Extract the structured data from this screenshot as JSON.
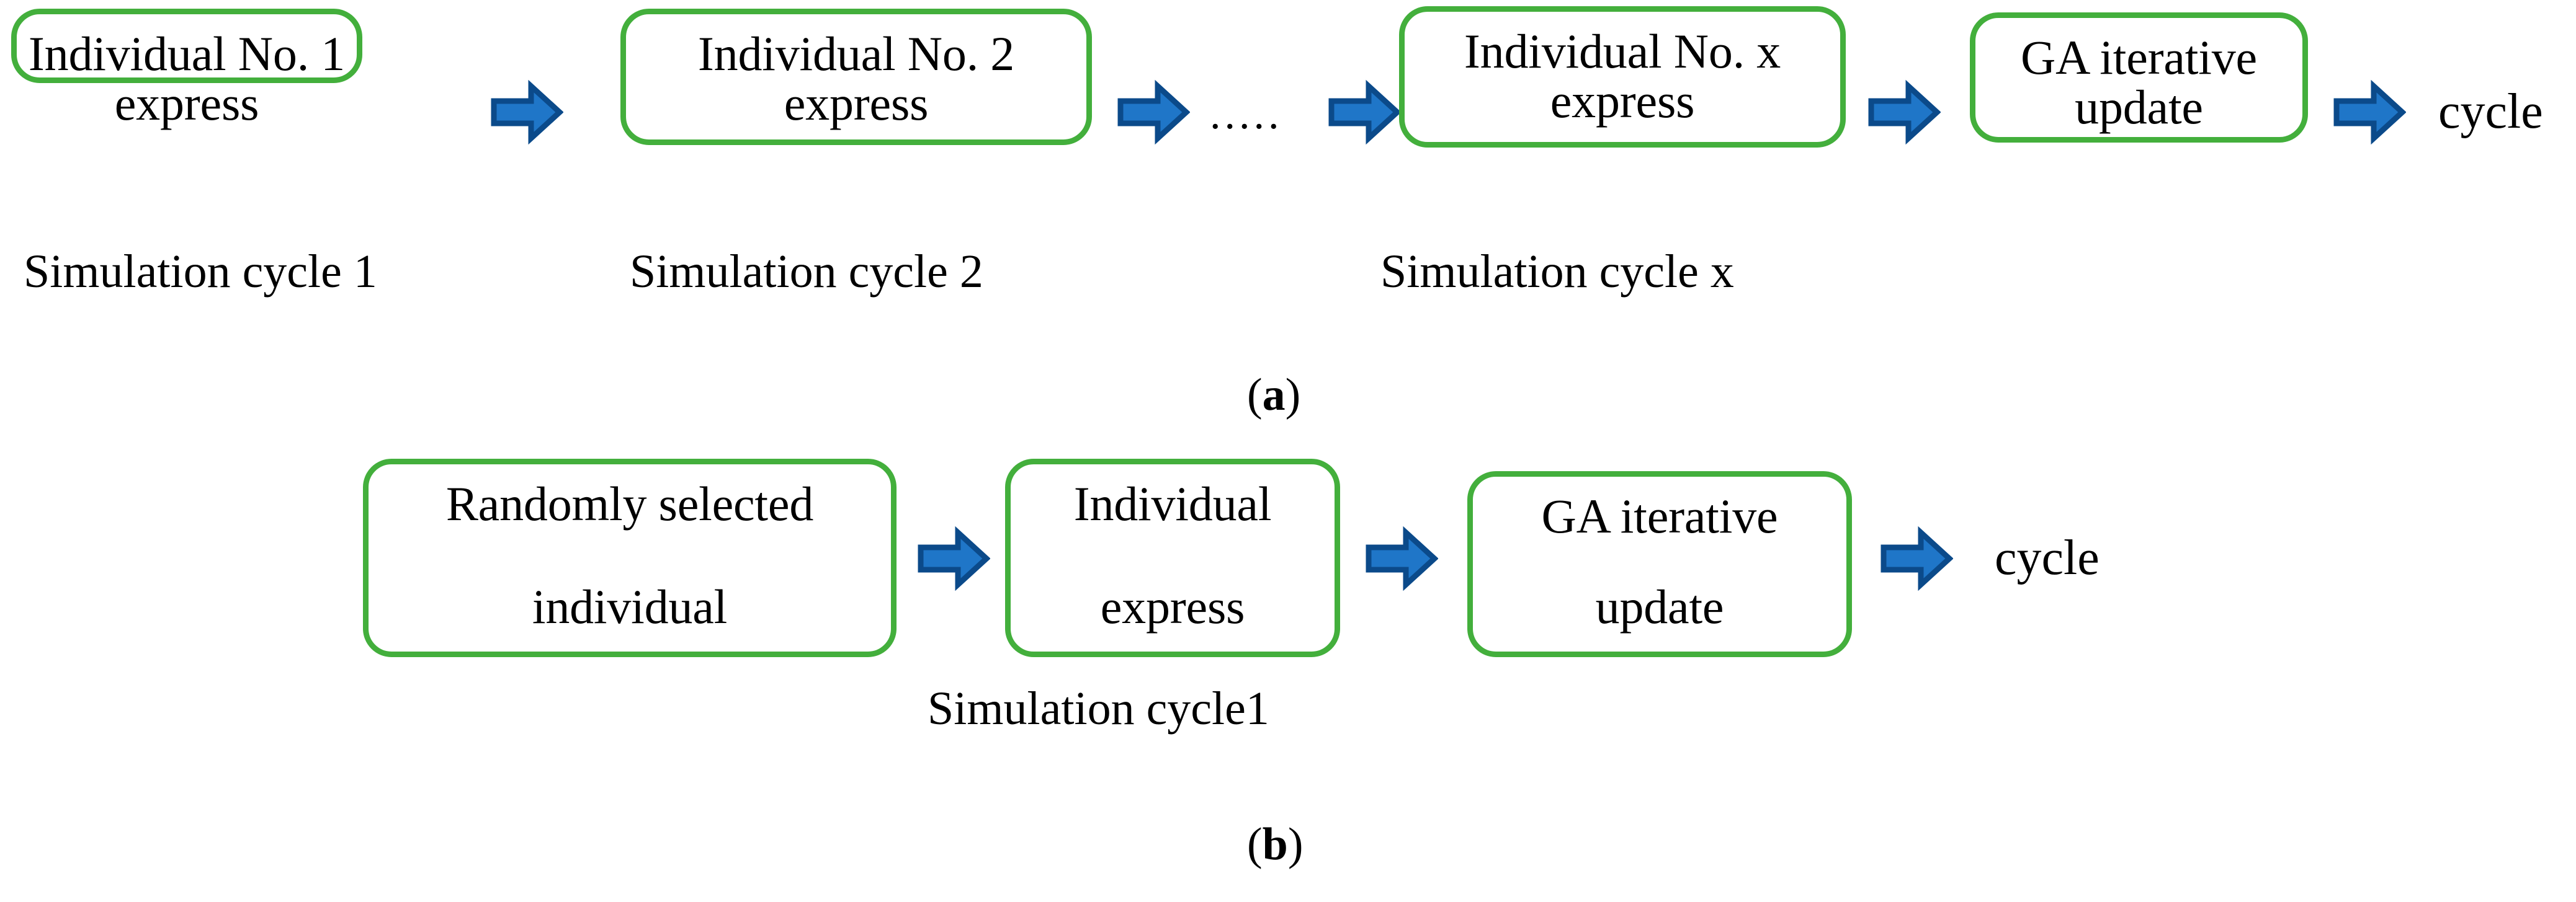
{
  "figure": {
    "colors": {
      "box_border": "#43AF3C",
      "arrow_fill": "#1F76C8",
      "arrow_outline": "#0B4A8A",
      "text": "#000000",
      "background": "#FFFFFF"
    },
    "panels": [
      {
        "id": "a",
        "label_open": "(",
        "label_letter": "a",
        "label_close": ")",
        "boxes": [
          {
            "line1": "Individual No. 1",
            "line2": "express"
          },
          {
            "line1": "Individual No. 2",
            "line2": "express"
          },
          {
            "line1": "Individual No. x",
            "line2": "express"
          },
          {
            "line1": "GA iterative",
            "line2": "update"
          }
        ],
        "captions": [
          "Simulation cycle 1",
          "Simulation cycle 2",
          "Simulation cycle x"
        ],
        "ellipsis": ".....",
        "end_text": "cycle",
        "arrow_count": 5
      },
      {
        "id": "b",
        "label_open": "(",
        "label_letter": "b",
        "label_close": ")",
        "boxes": [
          {
            "line1": "Randomly selected",
            "line2": "individual"
          },
          {
            "line1": "Individual",
            "line2": "express"
          },
          {
            "line1": "GA iterative",
            "line2": "update"
          }
        ],
        "captions": [
          "Simulation cycle1"
        ],
        "end_text": "cycle",
        "arrow_count": 3
      }
    ]
  }
}
